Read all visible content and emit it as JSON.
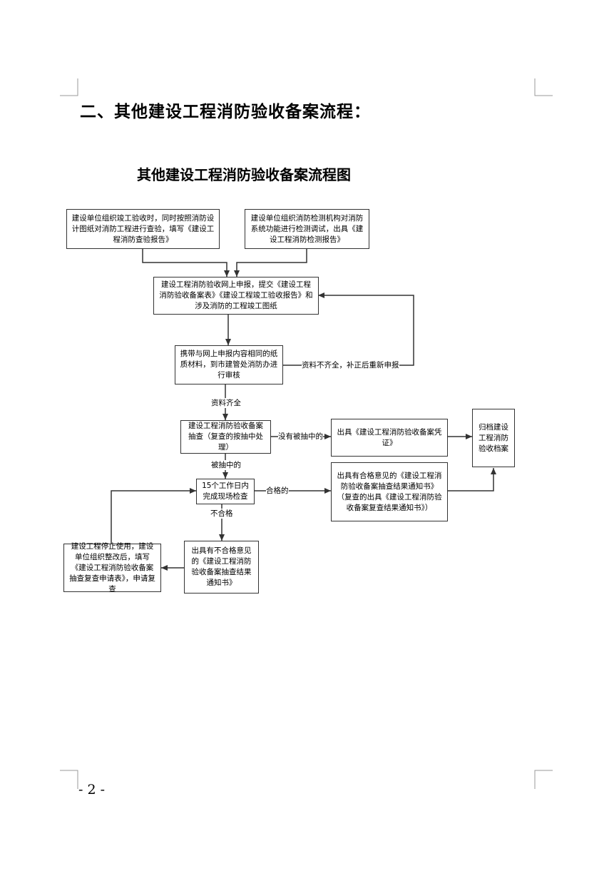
{
  "document": {
    "heading": "二、其他建设工程消防验收备案流程：",
    "page_number": "- 2 -"
  },
  "flowchart": {
    "title": "其他建设工程消防验收备案流程图",
    "nodes": {
      "acceptance_check": "建设单位组织竣工验收时，同时按照消防设计图纸对消防工程进行查验，填写《建设工程消防查验报告》",
      "detection": "建设单位组织消防检测机构对消防系统功能进行检测调试，出具《建设工程消防检测报告》",
      "online_report": "建设工程消防验收网上申报，提交《建设工程消防验收备案表》《建设工程竣工验收报告》和涉及消防的工程竣工图纸",
      "paper_review": "携带与网上申报内容相同的纸质材料，到市建管处消防办进行审核",
      "spot_check": "建设工程消防验收备案抽查（复查的按抽中处理）",
      "certificate": "出具《建设工程消防验收备案凭证》",
      "archive": "归档建设工程消防验收档案",
      "site_check": "15个工作日内完成现场检查",
      "pass_notice": "出具有合格意见的《建设工程消防验收备案抽查结果通知书》（复查的出具《建设工程消防验收备案复查结果通知书》）",
      "fail_notice": "出具有不合格意见的《建设工程消防验收备案抽查结果通知书》",
      "rectify": "建设工程停止使用，建设单位组织整改后，填写《建设工程消防验收备案抽查复查申请表》，申请复查"
    },
    "edge_labels": {
      "incomplete": "资料不齐全，补正后重新申报",
      "complete": "资料齐全",
      "not_selected": "没有被抽中的",
      "selected": "被抽中的",
      "qualified": "合格的",
      "unqualified": "不合格"
    }
  }
}
